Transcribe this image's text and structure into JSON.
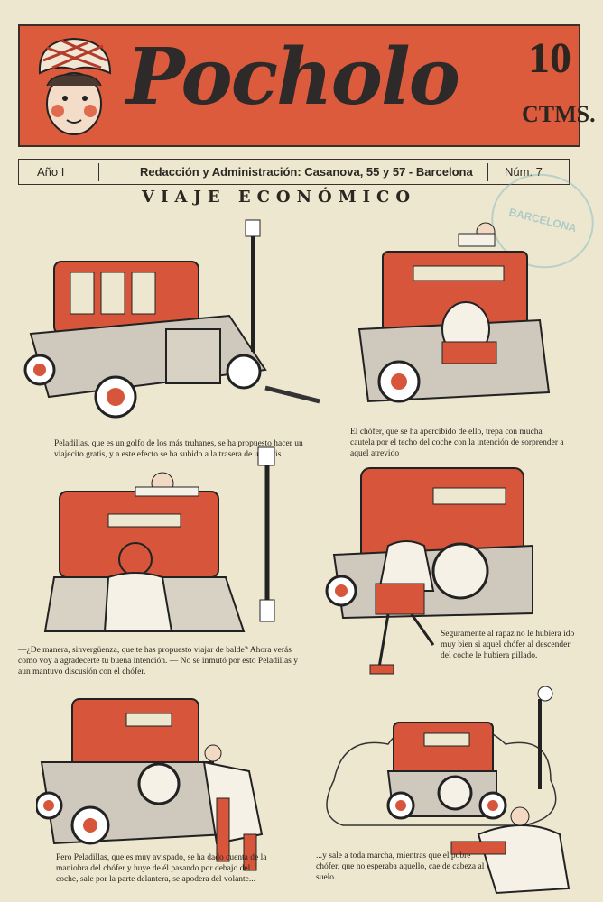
{
  "masthead": {
    "title": "Pocholo",
    "price": "10",
    "price_unit": "CTMS."
  },
  "info_bar": {
    "year": "Año I",
    "address": "Redacción y Administración: Casanova, 55 y 57 - Barcelona",
    "number": "Núm. 7"
  },
  "headline": "VIAJE ECONÓMICO",
  "stamp": "BARCELONA",
  "captions": {
    "panel1": "Peladillas, que es un golfo de los más truhanes, se ha propuesto hacer un viajecito gratis, y a este efecto se ha subido a la trasera de un taxis",
    "panel2": "El chófer, que se ha apercibido de ello, trepa con mucha cautela por el techo del coche con la intención de sorprender a aquel atrevido",
    "panel3": "—¿De manera, sinvergüenza, que te has propuesto viajar de balde? Ahora verás como voy a agradecerte tu buena intención. — No se inmutó por esto Peladillas y aun mantuvo discusión con el chófer.",
    "panel4": "Seguramente al rapaz no le hubiera ido muy bien si aquel chófer al descender del coche le hubiera pillado.",
    "panel5": "Pero Peladillas, que es muy avispado, se ha dado cuenta de la maniobra del chófer y huye de él pasando por debajo del coche, sale por la parte delantera, se apodera del volante...",
    "panel6": "...y sale a toda marcha, mientras que el pobre chófer, que no esperaba aquello, cae de cabeza al suelo."
  },
  "colors": {
    "masthead_red": "#dc5b3c",
    "paper": "#eee7cf",
    "ink": "#2b2722"
  }
}
